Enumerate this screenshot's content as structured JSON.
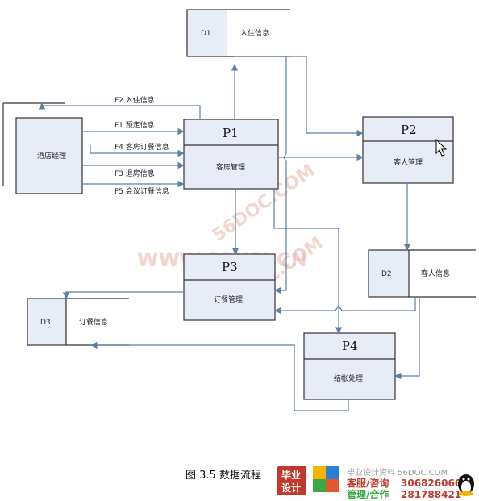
{
  "diagram": {
    "external": {
      "label": "酒店经理"
    },
    "stores": [
      {
        "id": "D1",
        "name": "入住信息"
      },
      {
        "id": "D2",
        "name": "客人信息"
      },
      {
        "id": "D3",
        "name": "订餐信息"
      }
    ],
    "processes": [
      {
        "id": "P1",
        "name": "客房管理"
      },
      {
        "id": "P2",
        "name": "客人管理"
      },
      {
        "id": "P3",
        "name": "订餐管理"
      },
      {
        "id": "P4",
        "name": "结帐处理"
      }
    ],
    "flows": [
      {
        "label": "F2 入住信息"
      },
      {
        "label": "F1 预定信息"
      },
      {
        "label": "F4 客房订餐信息"
      },
      {
        "label": "F3 退房信息"
      },
      {
        "label": "F5 会议订餐信息"
      }
    ]
  },
  "watermarks": [
    "56DOC.COM",
    "WWW.2BYSJ.CN",
    "56DOC.COM"
  ],
  "caption": "图 3.5  数据流程",
  "footer": {
    "logo_text_top": "毕业",
    "logo_text_bottom": "设计",
    "site_line": "毕业设计资料 56DOC.COM",
    "service_label": "客服/咨询",
    "service_number": "306826066",
    "manage_label": "管理/合作",
    "manage_number": "281788421"
  },
  "colors": {
    "flow": "#5b7fa6",
    "box_fill": "#e8ecf7",
    "logo_red": "#c0392b"
  }
}
